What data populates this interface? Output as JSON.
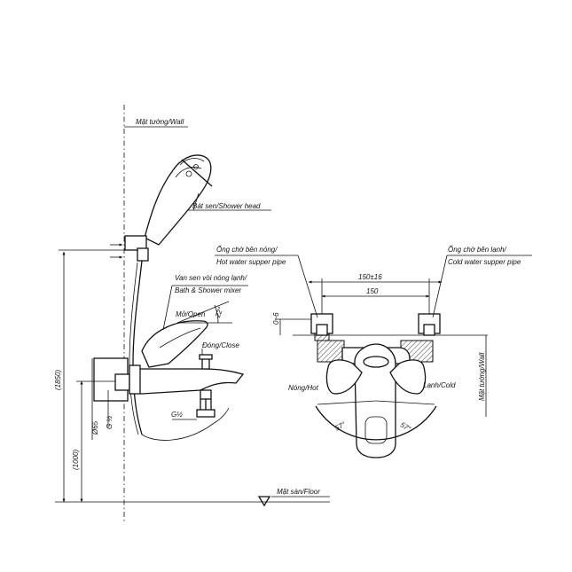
{
  "labels": {
    "wall_left": "Mặt tường/Wall",
    "shower_head": "Bát sen/Shower head",
    "mixer_line1": "Van sen vòi nóng lạnh/",
    "mixer_line2": "Bath & Shower mixer",
    "open": "Mở/Open",
    "close": "Đóng/Close",
    "angle_22": "22°",
    "floor": "Mặt sàn/Floor",
    "hot_pipe_line1": "Ống chờ bên nóng/",
    "hot_pipe_line2": "Hot water supper pipe",
    "cold_pipe_line1": "Ống chờ bên lạnh/",
    "cold_pipe_line2": "Cold water supper pipe",
    "hot": "Nóng/Hot",
    "cold": "Lạnh/Cold",
    "wall_right": "Mặt tường/Wall",
    "angle_left": "57°",
    "angle_right": "57°"
  },
  "dimensions": {
    "total_height": "(1850)",
    "mixer_height": "(1000)",
    "dim_65": "Ø65",
    "thread_g_vertical": "G ½",
    "thread_g_spout": "G½",
    "spacing_tolerance": "150±16",
    "spacing": "150",
    "offset": "0~6"
  }
}
